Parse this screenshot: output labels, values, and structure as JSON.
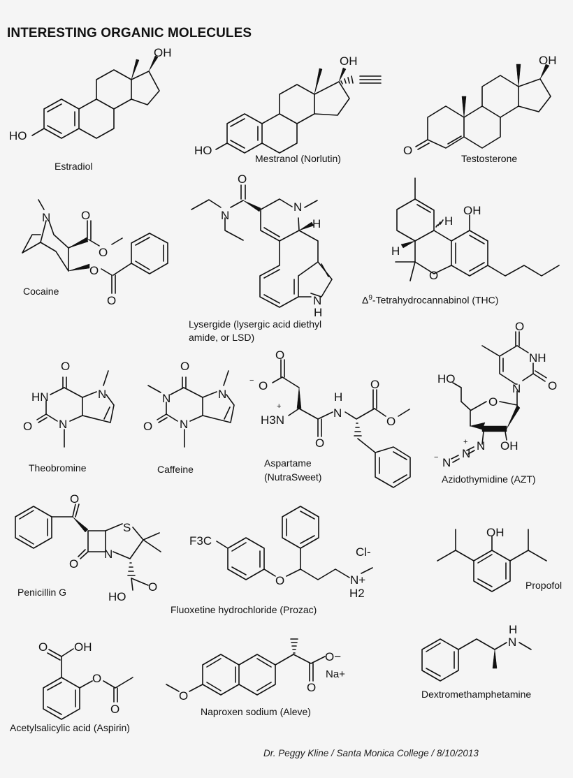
{
  "page": {
    "title": "INTERESTING ORGANIC MOLECULES",
    "footer": "Dr. Peggy Kline / Santa Monica College / 8/10/2013"
  },
  "molecules": [
    {
      "id": "estradiol",
      "name": "Estradiol",
      "atoms": [
        "HO",
        "OH"
      ]
    },
    {
      "id": "mestranol",
      "name": "Mestranol (Norlutin)",
      "atoms": [
        "HO",
        "OH"
      ]
    },
    {
      "id": "testosterone",
      "name": "Testosterone",
      "atoms": [
        "O",
        "OH"
      ]
    },
    {
      "id": "cocaine",
      "name": "Cocaine",
      "atoms": [
        "N",
        "O",
        "O",
        "O",
        "O"
      ]
    },
    {
      "id": "lsd",
      "name_line1": "Lysergide (lysergic acid diethyl",
      "name_line2": "amide, or LSD)",
      "atoms": [
        "O",
        "N",
        "N",
        "H",
        "N",
        "H"
      ]
    },
    {
      "id": "thc",
      "name_prefix": "Δ",
      "name_sup": "9",
      "name_rest": "-Tetrahydrocannabinol (THC)",
      "atoms": [
        "OH",
        "H",
        "H",
        "O"
      ]
    },
    {
      "id": "theobromine",
      "name": "Theobromine",
      "atoms": [
        "O",
        "HN",
        "N",
        "O",
        "N"
      ]
    },
    {
      "id": "caffeine",
      "name": "Caffeine",
      "atoms": [
        "O",
        "N",
        "N",
        "O",
        "N"
      ]
    },
    {
      "id": "aspartame",
      "name_line1": "Aspartame",
      "name_line2": "(NutraSweet)",
      "atoms": [
        "O",
        "O",
        "−",
        "+",
        "H3N",
        "H",
        "N",
        "O",
        "O",
        "O"
      ]
    },
    {
      "id": "azt",
      "name": "Azidothymidine (AZT)",
      "atoms": [
        "O",
        "NH",
        "O",
        "N",
        "HO",
        "O",
        "OH",
        "N",
        "N",
        "N",
        "+",
        "−"
      ]
    },
    {
      "id": "penicillin",
      "name": "Penicillin G",
      "atoms": [
        "O",
        "S",
        "N",
        "O",
        "O",
        "HO"
      ]
    },
    {
      "id": "fluoxetine",
      "name": "Fluoxetine hydrochloride (Prozac)",
      "atoms": [
        "F3C",
        "O",
        "Cl-",
        "N+",
        "H2"
      ]
    },
    {
      "id": "propofol",
      "name": "Propofol",
      "atoms": [
        "OH"
      ]
    },
    {
      "id": "aspirin",
      "name": "Acetylsalicylic acid (Aspirin)",
      "atoms": [
        "O",
        "OH",
        "O",
        "O"
      ]
    },
    {
      "id": "naproxen",
      "name": "Naproxen sodium (Aleve)",
      "atoms": [
        "O",
        "O−",
        "Na+",
        "O"
      ]
    },
    {
      "id": "dextromethamphetamine",
      "name": "Dextromethamphetamine",
      "atoms": [
        "H",
        "N"
      ]
    }
  ]
}
